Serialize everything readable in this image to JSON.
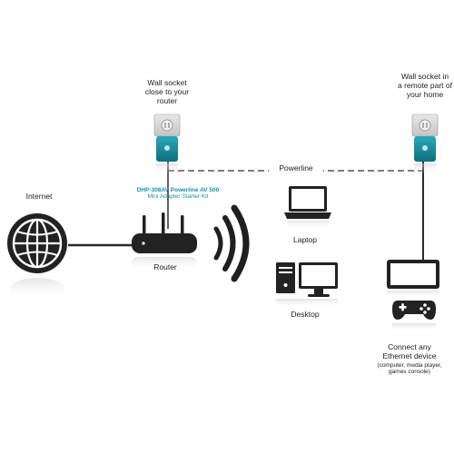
{
  "labels": {
    "wall_socket_router": [
      "Wall socket",
      "close to your",
      "router"
    ],
    "wall_socket_remote": [
      "Wall socket in",
      "a remote part of",
      "your home"
    ],
    "powerline": "Powerline",
    "internet": "Internet",
    "kit": [
      "DHP-308AV Powerline AV 500",
      "Mini Adapter Starter Kit"
    ],
    "router": "Router",
    "laptop": "Laptop",
    "desktop": "Desktop",
    "ethernet_device": [
      "Connect any",
      "Ethernet device"
    ],
    "ethernet_examples": [
      "(computer, media player,",
      "games console)"
    ]
  },
  "icons": [
    "wall-socket-icon",
    "powerline-adapter-icon",
    "globe-icon",
    "router-icon",
    "wifi-waves-icon",
    "laptop-icon",
    "desktop-icon",
    "tv-icon",
    "gamepad-icon"
  ],
  "colors": {
    "teal": "#1a8c9c",
    "dark": "#222222",
    "kit_text": "#1f8fa0"
  }
}
